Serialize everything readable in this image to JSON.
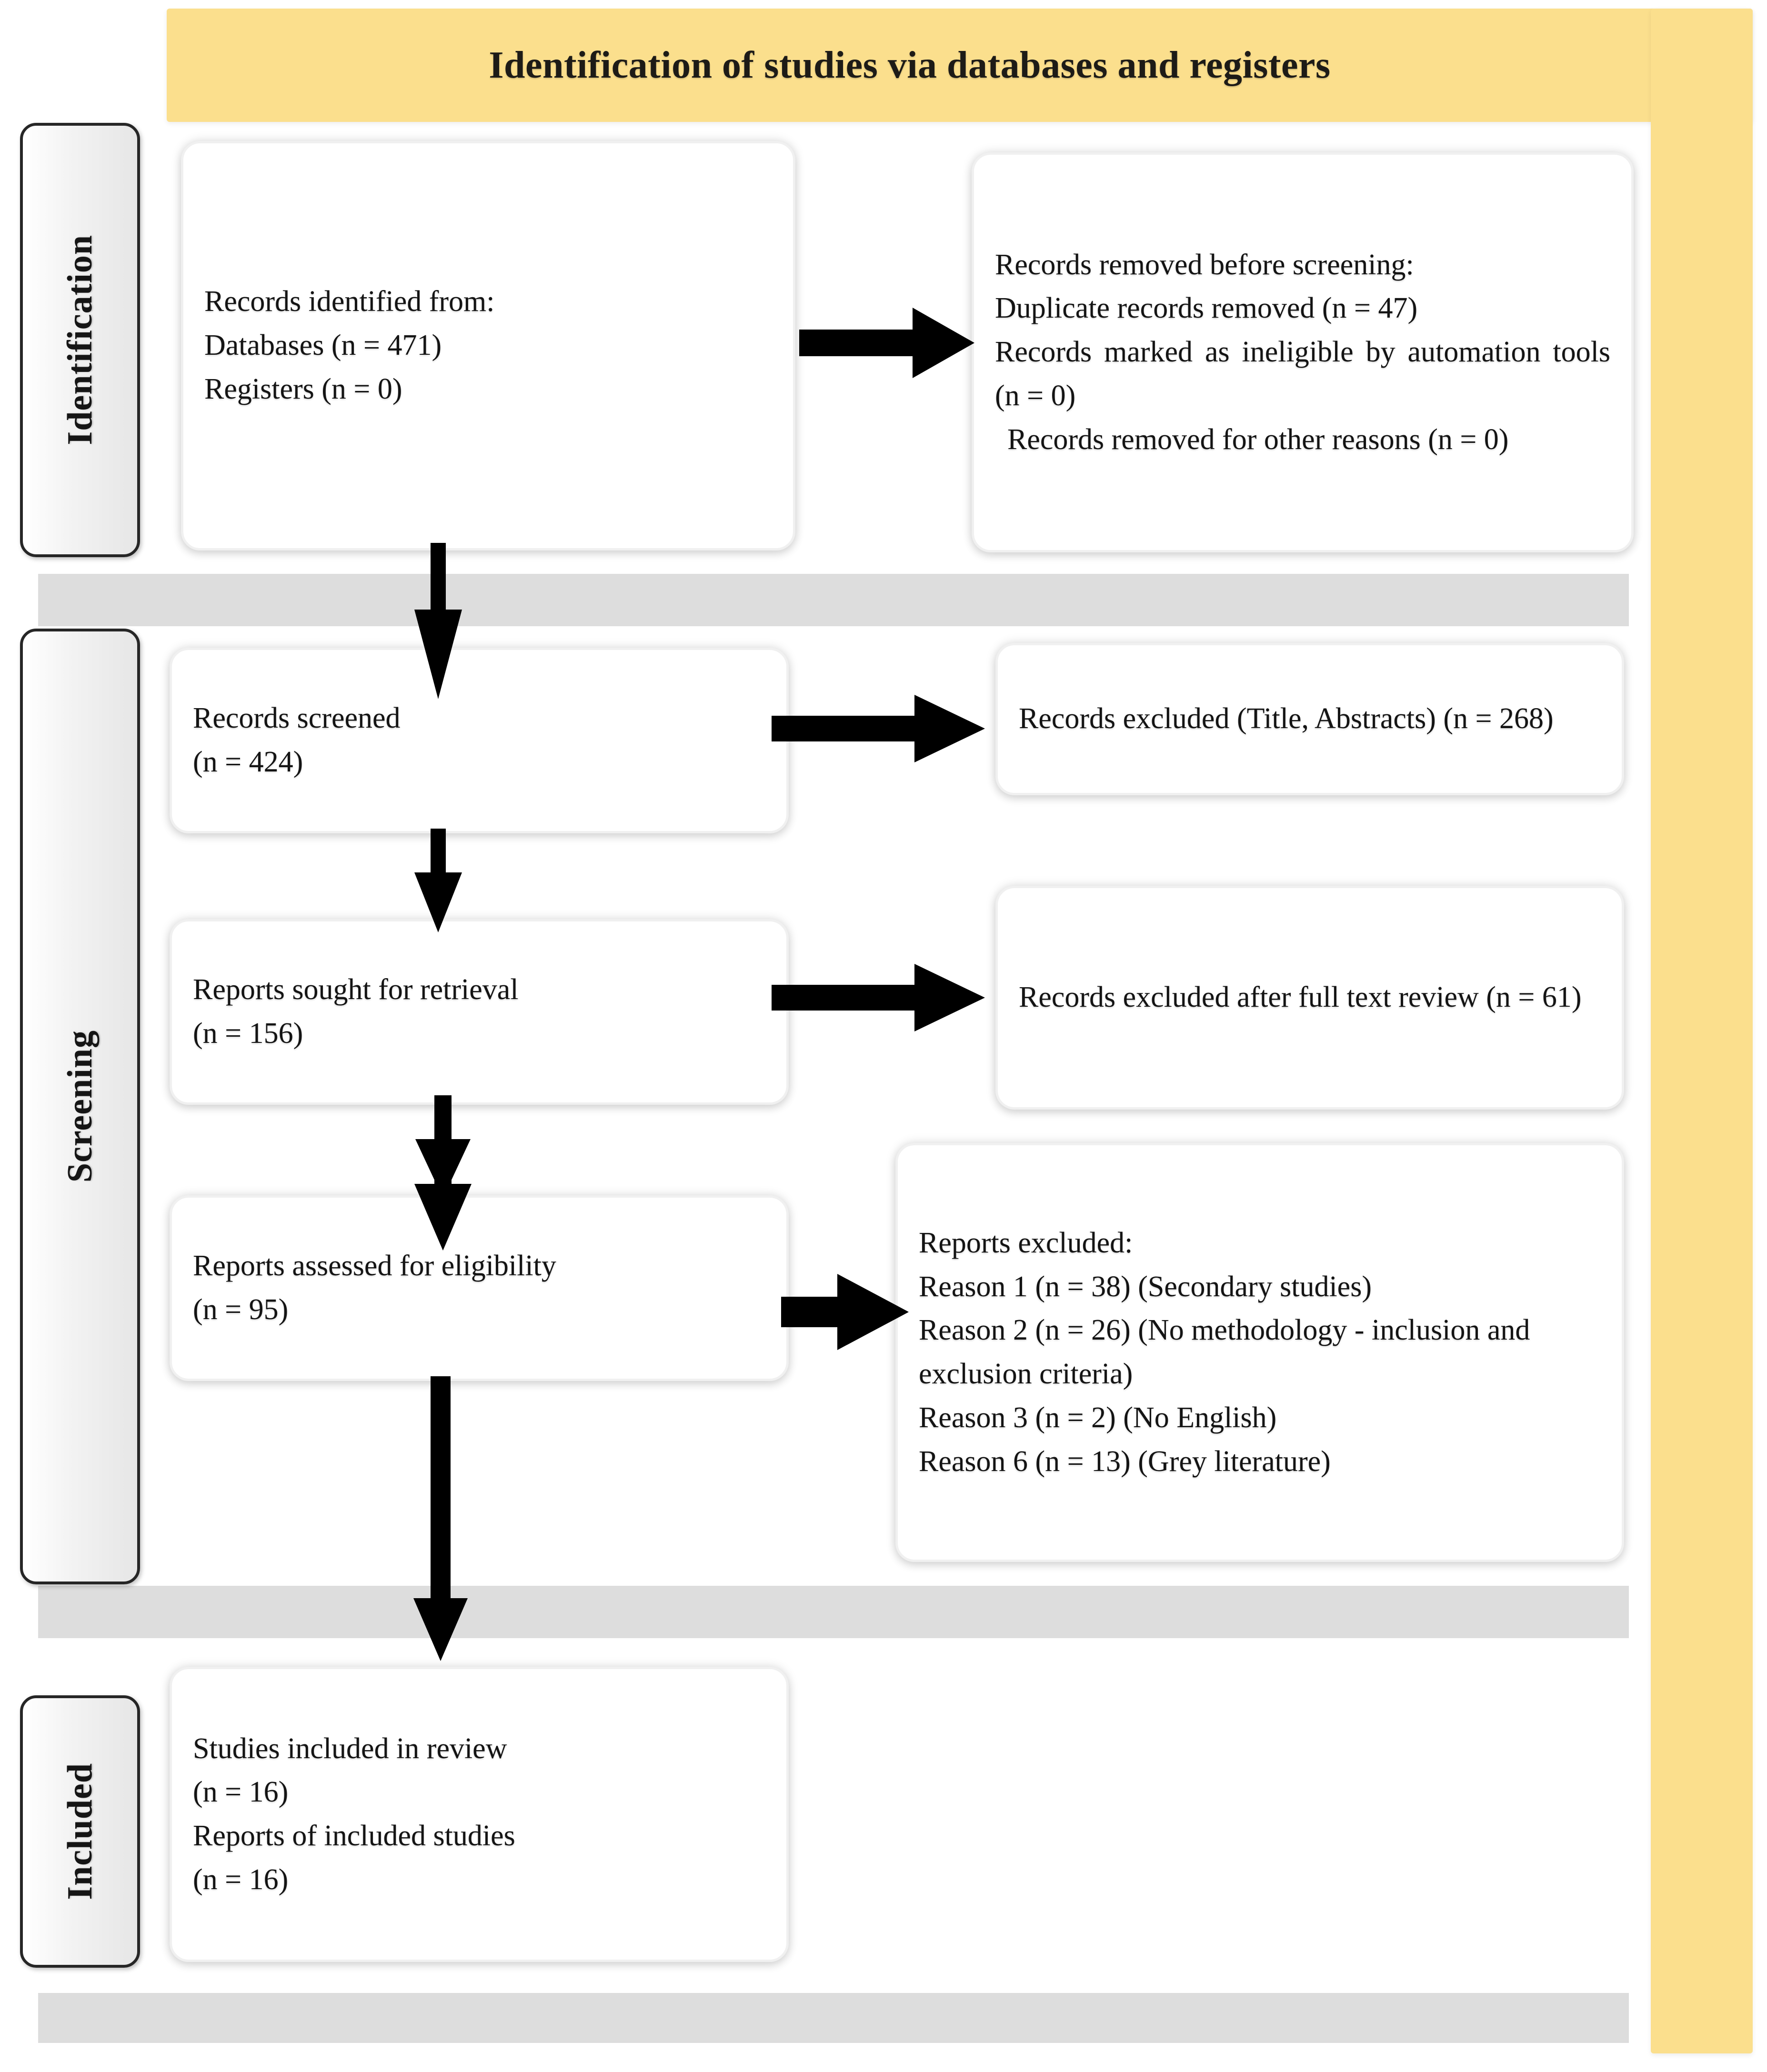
{
  "diagram": {
    "title": "Identification of studies via databases and registers",
    "type": "PRISMA flow diagram",
    "accent_color": "#fbdf8d",
    "band_color": "#dddddd",
    "arrow_color": "#000000"
  },
  "stages": [
    {
      "id": "identification",
      "label": "Identification"
    },
    {
      "id": "screening",
      "label": "Screening"
    },
    {
      "id": "included",
      "label": "Included"
    }
  ],
  "boxes": {
    "records_identified": {
      "lines": [
        "Records identified from:",
        "Databases (n = 471)",
        "Registers (n = 0)"
      ]
    },
    "records_removed": {
      "lines": [
        "Records removed before screening:",
        "Duplicate records removed (n = 47)",
        "Records marked as ineligible by automation tools (n = 0)",
        "Records removed for other reasons (n = 0)"
      ]
    },
    "records_screened": {
      "lines": [
        "Records screened",
        "(n = 424)"
      ]
    },
    "records_excluded_title": {
      "lines": [
        "Records excluded (Title, Abstracts) (n = 268)"
      ]
    },
    "reports_sought": {
      "lines": [
        "Reports sought for retrieval",
        "(n = 156)"
      ]
    },
    "records_excluded_fulltext": {
      "lines": [
        "Records excluded after full text review (n = 61)"
      ]
    },
    "reports_assessed": {
      "lines": [
        "Reports assessed for eligibility",
        "(n = 95)"
      ]
    },
    "reports_excluded": {
      "lines": [
        "Reports excluded:",
        "Reason 1 (n = 38) (Secondary studies)",
        "Reason 2 (n = 26) (No methodology - inclusion and exclusion criteria)",
        "Reason 3 (n = 2) (No English)",
        "Reason 6 (n = 13) (Grey literature)"
      ]
    },
    "studies_included": {
      "lines": [
        "Studies included in review",
        "(n = 16)",
        "Reports of included studies",
        "(n = 16)"
      ]
    }
  },
  "counts": {
    "databases": 471,
    "registers": 0,
    "duplicates_removed": 47,
    "ineligible_automation": 0,
    "removed_other": 0,
    "records_screened": 424,
    "excluded_title_abstract": 268,
    "reports_sought": 156,
    "excluded_full_text": 61,
    "reports_assessed": 95,
    "reason1_secondary_studies": 38,
    "reason2_no_methodology": 26,
    "reason3_no_english": 2,
    "reason6_grey_literature": 13,
    "studies_included": 16,
    "reports_included": 16
  }
}
